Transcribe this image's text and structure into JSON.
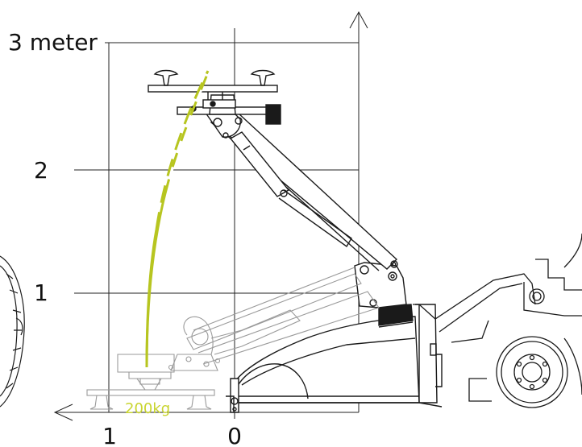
{
  "scale": {
    "y_labels": [
      "3 meter",
      "2",
      "1"
    ],
    "x_labels": [
      "1",
      "0"
    ]
  },
  "load_label": "200kg",
  "colors": {
    "line": "#1a1a1a",
    "grid": "#222222",
    "ghost": "#9a9a9a",
    "path": "#b7c520",
    "load_text": "#c9d530"
  }
}
